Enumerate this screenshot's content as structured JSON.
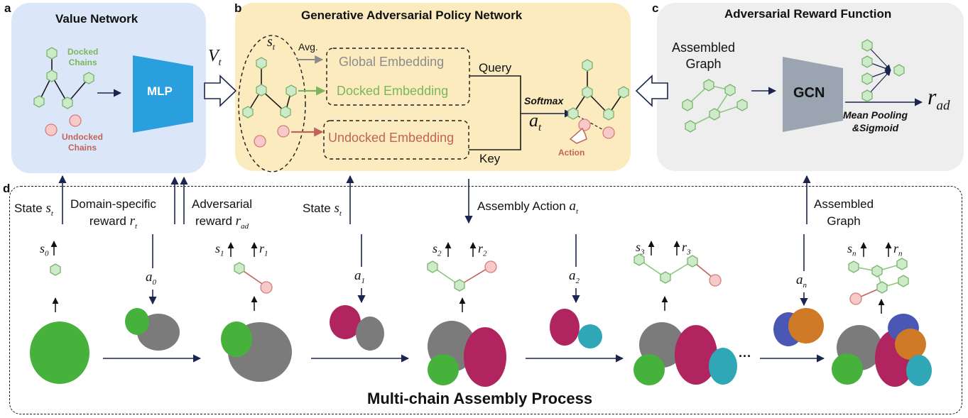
{
  "colors": {
    "panel_a": "#dbe7f8",
    "panel_b": "#fcebbf",
    "panel_c": "#eeeeee",
    "mlp": "#2a9fdd",
    "gcn": "#9aa5b1",
    "node_green": "#cdebc8",
    "node_green_stroke": "#79b36f",
    "node_red": "#f7c9c9",
    "node_red_stroke": "#d47c7c",
    "edge_green": "#8bc87c",
    "edge_red": "#c0645b",
    "arrow_dark": "#1a2550",
    "text_grey": "#8c8c8c",
    "text_green": "#7cb65a",
    "text_red": "#c0645b",
    "protein_green": "#46b23c",
    "protein_grey": "#7b7b7b",
    "protein_magenta": "#b0245f",
    "protein_cyan": "#2fa7b7",
    "protein_orange": "#cf7a26",
    "protein_blue": "#4b57b4"
  },
  "panel_a": {
    "letter": "a",
    "title": "Value Network",
    "docked_label_1": "Docked",
    "docked_label_2": "Chains",
    "undocked_label_1": "Undocked",
    "undocked_label_2": "Chains",
    "mlp": "MLP",
    "output_symbol": "V",
    "output_sub": "t"
  },
  "panel_b": {
    "letter": "b",
    "title": "Generative Adversarial Policy Network",
    "state_symbol": "s",
    "state_sub": "t",
    "avg": "Avg.",
    "global_embedding": "Global Embedding",
    "docked_embedding": "Docked Embedding",
    "undocked_embedding": "Undocked Embedding",
    "query": "Query",
    "key": "Key",
    "softmax": "Softmax",
    "action_symbol": "a",
    "action_sub": "t",
    "action_label": "Action"
  },
  "panel_c": {
    "letter": "c",
    "title": "Adversarial Reward Function",
    "assembled_1": "Assembled",
    "assembled_2": "Graph",
    "gcn": "GCN",
    "pooling_1": "Mean Pooling",
    "pooling_2": "&Sigmoid",
    "reward_symbol": "r",
    "reward_sub": "ad"
  },
  "panel_d": {
    "letter": "d",
    "state_left": "State",
    "domain_1": "Domain-specific",
    "domain_2": "reward",
    "adversarial_1": "Adversarial",
    "adversarial_2": "reward",
    "state_mid": "State",
    "assembly_action": "Assembly Action",
    "assembled_1": "Assembled",
    "assembled_2": "Graph",
    "ellipsis": "···",
    "process_title": "Multi-chain Assembly Process",
    "steps": [
      {
        "s": "s",
        "sub": "0",
        "r": "",
        "rsub": ""
      },
      {
        "s": "s",
        "sub": "1",
        "r": "r",
        "rsub": "1"
      },
      {
        "s": "s",
        "sub": "2",
        "r": "r",
        "rsub": "2"
      },
      {
        "s": "s",
        "sub": "3",
        "r": "r",
        "rsub": "3"
      },
      {
        "s": "s",
        "sub": "n",
        "r": "r",
        "rsub": "n"
      }
    ],
    "actions": [
      {
        "a": "a",
        "sub": "0"
      },
      {
        "a": "a",
        "sub": "1"
      },
      {
        "a": "a",
        "sub": "2"
      },
      {
        "a": "a",
        "sub": "n"
      }
    ]
  }
}
